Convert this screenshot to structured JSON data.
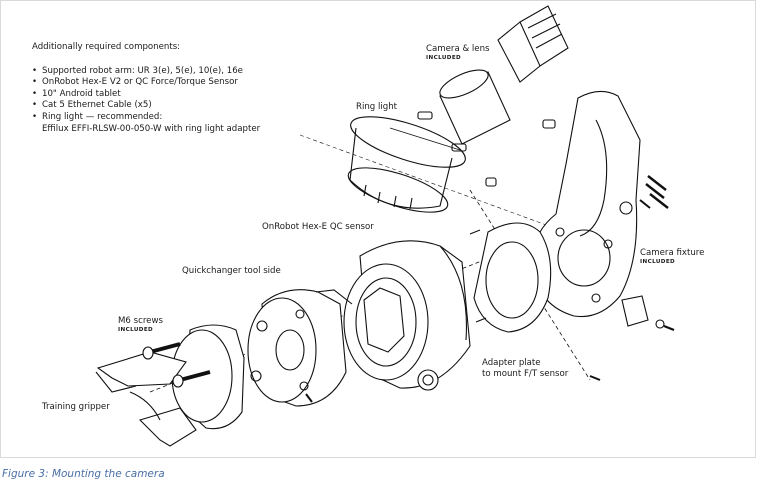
{
  "requirements": {
    "heading": "Additionally required components:",
    "items": [
      "Supported robot arm: UR 3(e), 5(e), 10(e), 16e",
      "OnRobot Hex-E V2 or QC Force/Torque Sensor",
      "10\" Android tablet",
      "Cat 5 Ethernet Cable (x5)",
      "Ring light — recommended:"
    ],
    "ring_light_detail": "Effilux EFFI-RLSW-00-050-W with ring light adapter"
  },
  "labels": {
    "camera_lens": "Camera & lens",
    "camera_lens_note": "INCLUDED",
    "ring_light": "Ring light",
    "onrobot_sensor": "OnRobot Hex-E QC sensor",
    "quickchanger": "Quickchanger tool side",
    "m6_screws": "M6 screws",
    "m6_screws_note": "INCLUDED",
    "camera_fixture": "Camera fixture",
    "camera_fixture_note": "INCLUDED",
    "adapter_plate_line1": "Adapter plate",
    "adapter_plate_line2": "to mount F/T sensor",
    "training_gripper": "Training gripper"
  },
  "caption": "Figure 3: Mounting the camera"
}
